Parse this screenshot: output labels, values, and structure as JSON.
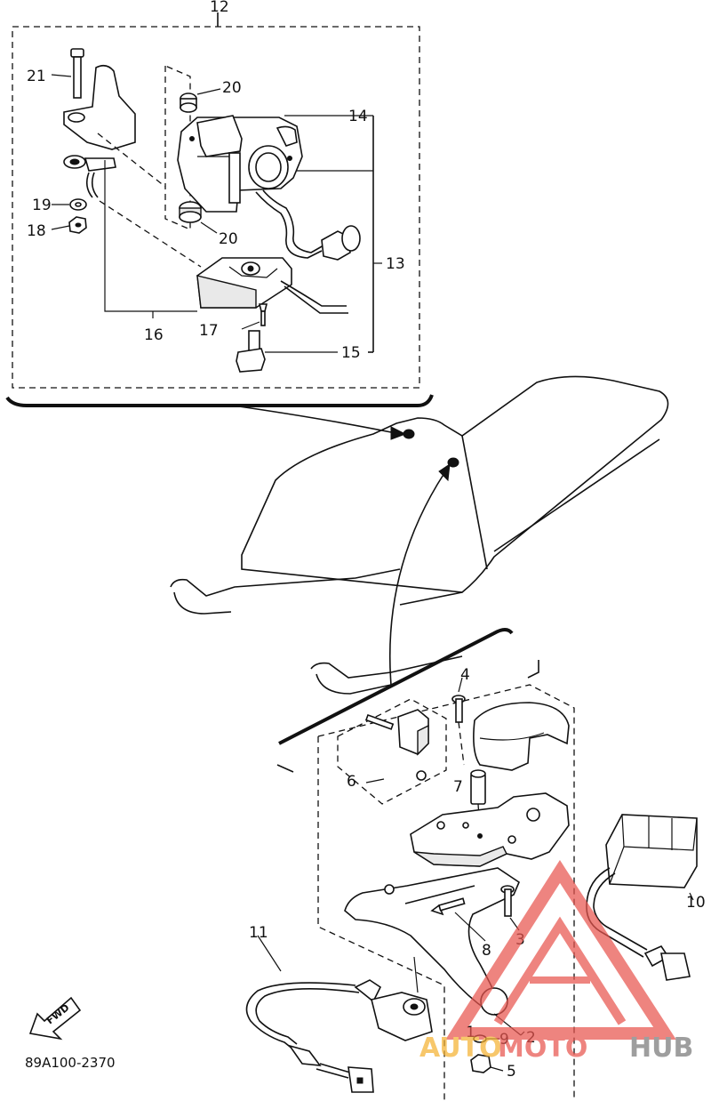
{
  "diagram": {
    "callouts": {
      "c12": "12",
      "c21": "21",
      "c20a": "20",
      "c20b": "20",
      "c14": "14",
      "c13": "13",
      "c19": "19",
      "c18": "18",
      "c16": "16",
      "c17": "17",
      "c15": "15",
      "c4": "4",
      "c6": "6",
      "c7": "7",
      "c10": "10",
      "c11": "11",
      "c8": "8",
      "c3": "3",
      "c1": "1",
      "c2": "2",
      "c9": "9",
      "c5": "5"
    },
    "fwd_label": "FWD",
    "drawing_code": "89A100-2370"
  },
  "watermark": {
    "text_auto": "AUTO",
    "text_moto": "MOTO",
    "text_hub": "HUB",
    "color_primary": "#e8554f",
    "color_secondary": "#f5b233",
    "color_dark": "#7a7a7a"
  }
}
